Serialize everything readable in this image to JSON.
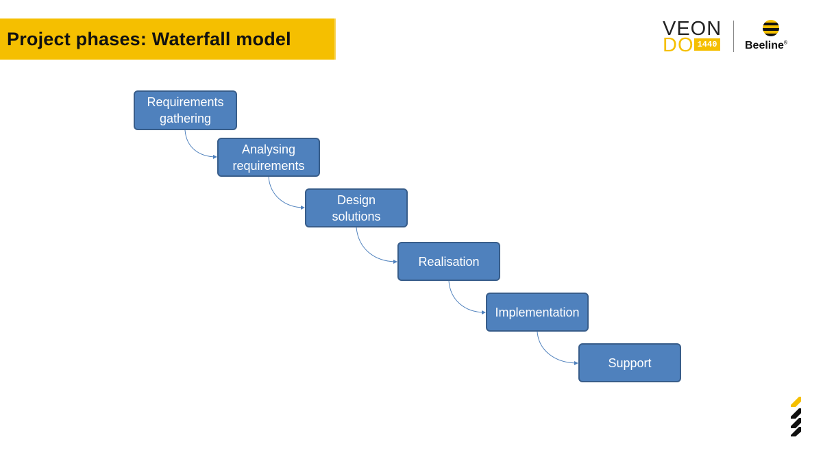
{
  "slide": {
    "title": "Project phases: Waterfall model"
  },
  "logo": {
    "veon": "VEON",
    "do": "DO",
    "badge": "1440",
    "beeline": "Beeline",
    "beeline_mark": "®",
    "accent_color": "#f5bf00"
  },
  "diagram": {
    "node_fill": "#4f81bd",
    "node_border": "#385d8a",
    "connector_color": "#4f81bd",
    "nodes": [
      {
        "label": "Requirements\ngathering"
      },
      {
        "label": "Analysing\nrequirements"
      },
      {
        "label": "Design\nsolutions"
      },
      {
        "label": "Realisation"
      },
      {
        "label": "Implementation"
      },
      {
        "label": "Support"
      }
    ]
  },
  "corner_icon": "beeline-stripes-icon"
}
